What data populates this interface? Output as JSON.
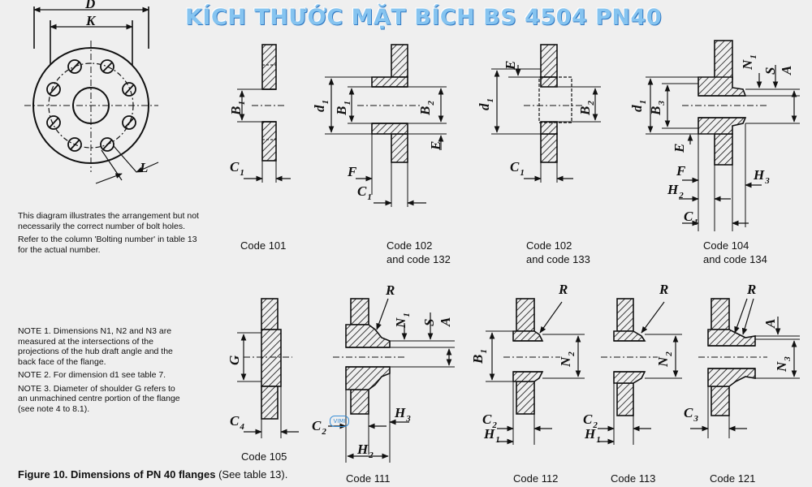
{
  "title": "KÍCH THƯỚC MẶT BÍCH BS 4504 PN40",
  "intro_note": {
    "line1": "This diagram illustrates the arrangement but not",
    "line2": "necessarily the correct number of bolt holes.",
    "line3": "Refer to the column 'Bolting number' in table 13",
    "line4": "for the actual number."
  },
  "notes": {
    "n1a": "NOTE 1. Dimensions N1, N2 and N3 are",
    "n1b": "measured at the intersections of the",
    "n1c": "projections of the hub draft angle and the",
    "n1d": "back face of the flange.",
    "n2": "NOTE 2. For dimension d1 see table 7.",
    "n3a": "NOTE 3. Diameter of shoulder G refers to",
    "n3b": "an unmachined centre portion of the flange",
    "n3c": "(see note 4 to 8.1)."
  },
  "captions": {
    "c101": "Code 101",
    "c102a": "Code 102",
    "c102a_2": "and code 132",
    "c102b": "Code 102",
    "c102b_2": "and code 133",
    "c104": "Code 104",
    "c104_2": "and code 134",
    "c105": "Code 105",
    "c111": "Code 111",
    "c112": "Code 112",
    "c113": "Code 113",
    "c121": "Code 121"
  },
  "figure_caption": {
    "bold": "Figure 10. Dimensions of PN 40 flanges",
    "light": "(See table 13)."
  },
  "watermark": "VIMI",
  "dim_labels": {
    "D": "D",
    "K": "K",
    "L": "L",
    "B": "B",
    "C": "C",
    "d": "d",
    "E": "E",
    "F": "F",
    "N": "N",
    "S": "S",
    "A": "A",
    "H": "H",
    "G": "G",
    "R": "R",
    "s1": "1",
    "s2": "2",
    "s3": "3",
    "s4": "4"
  },
  "colors": {
    "title": "#86c4f0",
    "title_outline": "#2f78c2",
    "ink": "#111111",
    "background": "#efefef"
  }
}
